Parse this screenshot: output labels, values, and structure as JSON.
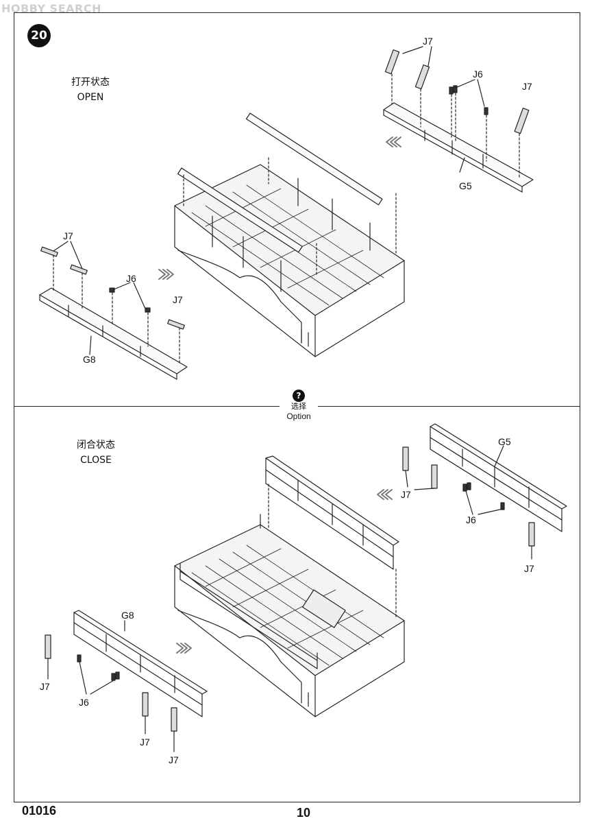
{
  "header": {
    "watermark": "HOBBY SEARCH",
    "step_number": "20"
  },
  "open_section": {
    "state_cn": "打开状态",
    "state_en": "OPEN",
    "labels": {
      "j7_top": "J7",
      "j6_top": "J6",
      "j7_right": "J7",
      "g5": "G5",
      "j7_left": "J7",
      "j6_left": "J6",
      "j7_left2": "J7",
      "g8": "G8"
    }
  },
  "option": {
    "icon": "?",
    "label_cn": "选择",
    "label_en": "Option"
  },
  "close_section": {
    "state_cn": "闭合状态",
    "state_en": "CLOSE",
    "labels": {
      "g5": "G5",
      "j7_a": "J7",
      "j6": "J6",
      "j7_b": "J7",
      "g8": "G8",
      "j7_c": "J7",
      "j6_b": "J6",
      "j7_d": "J7",
      "j7_e": "J7"
    }
  },
  "footer": {
    "product_code": "01016",
    "page_number": "10"
  }
}
